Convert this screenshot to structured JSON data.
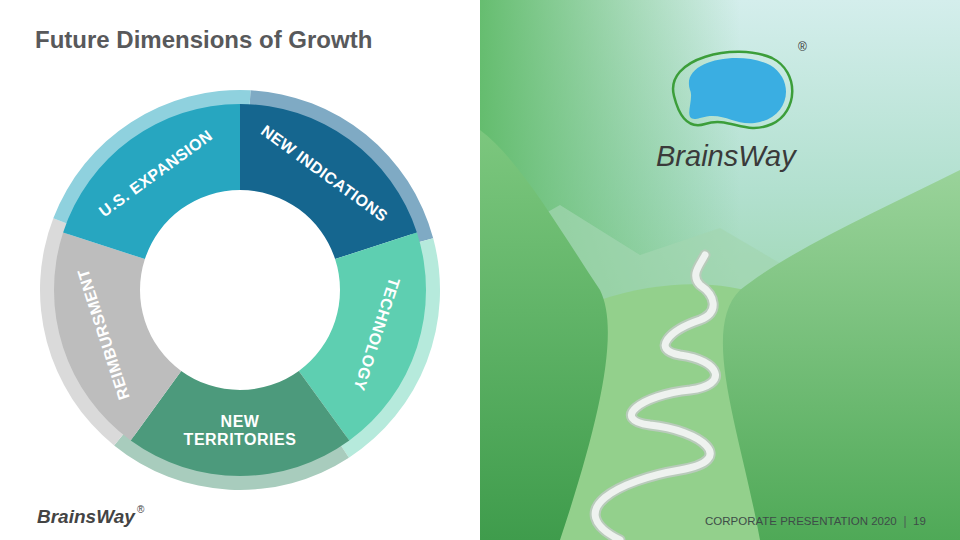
{
  "diagram": {
    "title": "Future Dimensions of Growth",
    "nodes": [
      {
        "text": [
          "U.S. EXPANSION"
        ]
      },
      {
        "text": [
          "NEW INDICATIONS"
        ]
      },
      {
        "text": [
          "TECHNOLOGY"
        ]
      },
      {
        "text": [
          "NEW TERRITORIES"
        ]
      },
      {
        "text": [
          "REIMBURSMENT"
        ]
      }
    ],
    "labels": [
      "BrainsWay",
      "®",
      "BrainsWay",
      "®",
      "CORPORATE PRESENTATION 2020",
      "19"
    ]
  }
}
